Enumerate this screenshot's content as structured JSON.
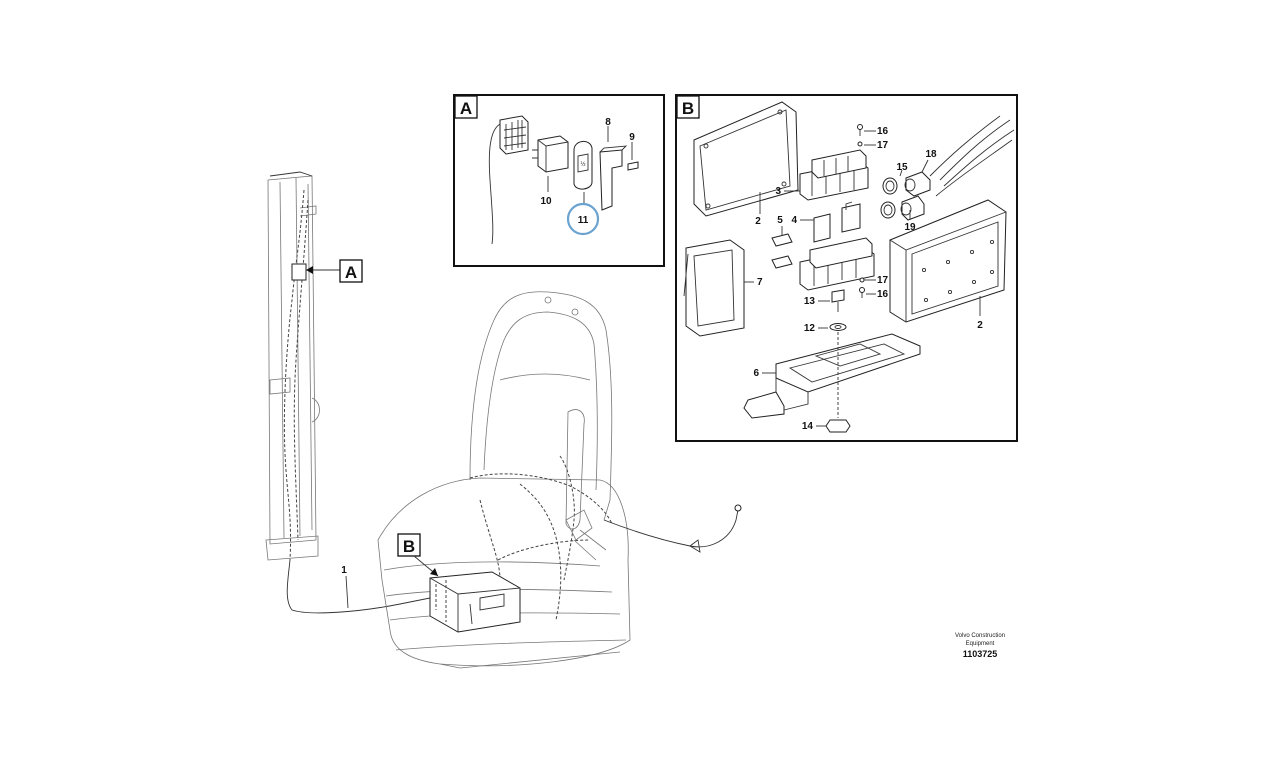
{
  "detail_a": {
    "label": "A",
    "parts": [
      "8",
      "9",
      "10",
      "11"
    ]
  },
  "detail_b": {
    "label": "B",
    "parts": [
      "2",
      "3",
      "4",
      "5",
      "6",
      "7",
      "12",
      "13",
      "14",
      "15",
      "16",
      "17",
      "18",
      "19"
    ]
  },
  "callouts": {
    "a": "A",
    "b": "B",
    "part_1": "1",
    "part_2b": "2",
    "part_16b": "16",
    "part_17b": "17"
  },
  "highlight": {
    "part": "11",
    "color": "#6aa3d0"
  },
  "watermark": {
    "line1": "Volvo Construction",
    "line2": "Equipment",
    "number": "1103725"
  }
}
